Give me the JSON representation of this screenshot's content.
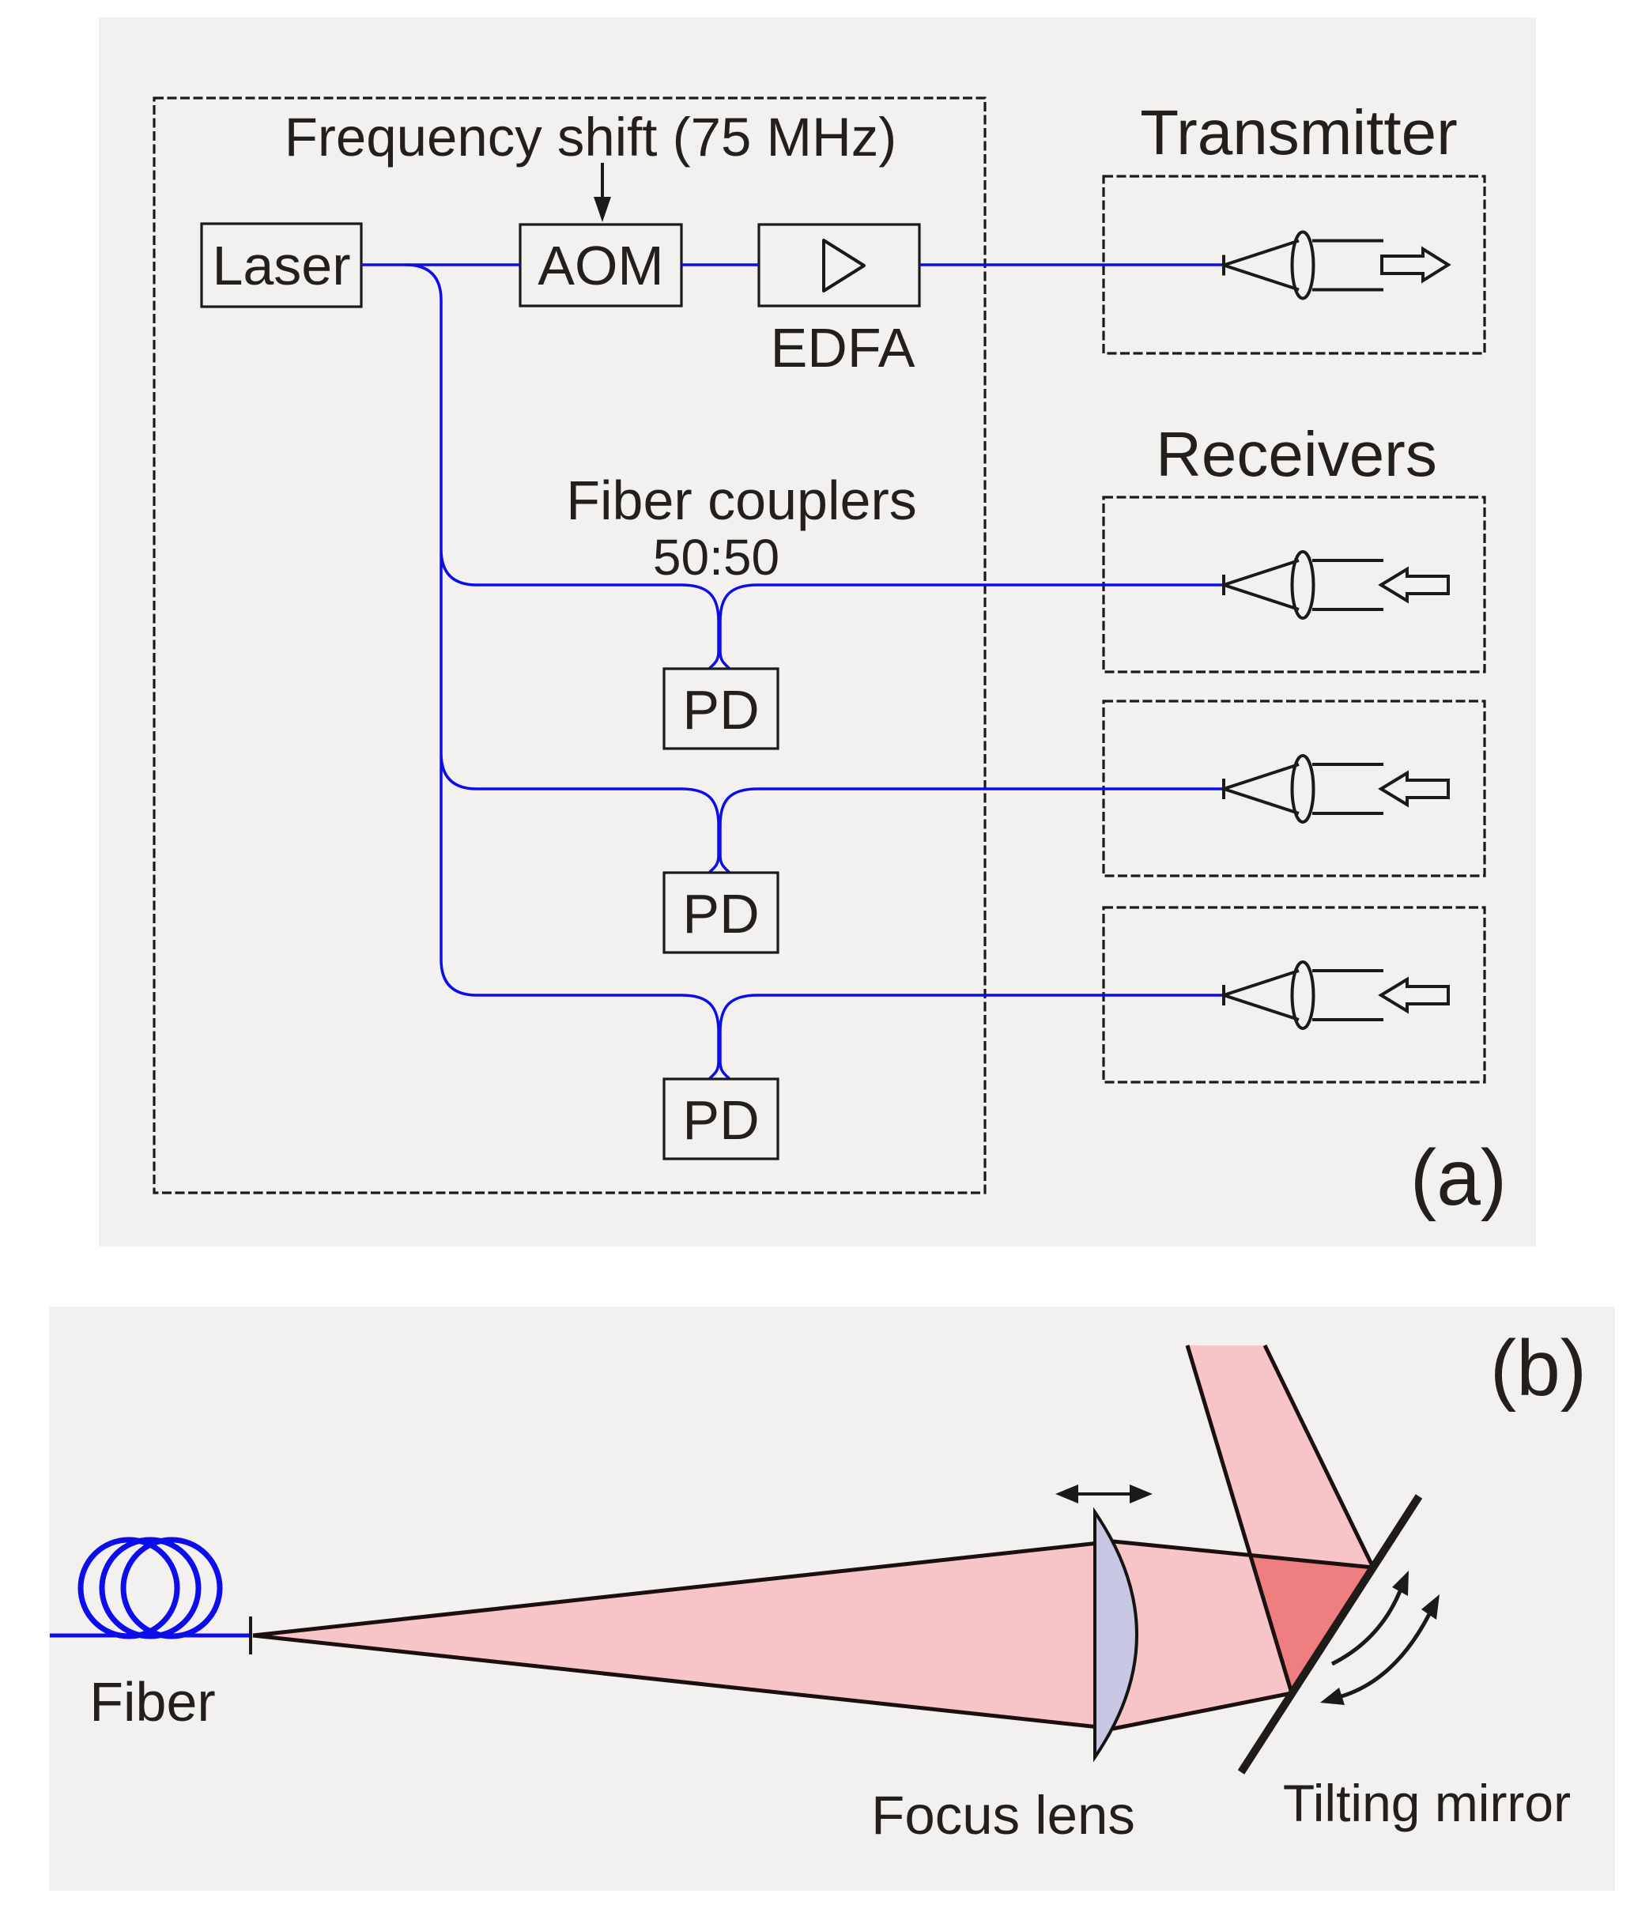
{
  "figure": {
    "type": "optical setup schematic, two panels",
    "colors": {
      "panel_background": "#f2f1ef",
      "fiber_blue": "#0d0deb",
      "beam_pink": "#f7c5c7",
      "beam_overlap_red": "#ee7e80",
      "lens_fill": "#c7c7e3",
      "line_black": "#1a1a1a"
    }
  },
  "panel_a": {
    "label": "(a)",
    "frequency_shift_label": "Frequency shift (75 MHz)",
    "laser_label": "Laser",
    "aom_label": "AOM",
    "edfa_label": "EDFA",
    "fiber_couplers_label": "Fiber couplers",
    "ratio_label": "50:50",
    "pd_label": "PD",
    "transmitter_label": "Transmitter",
    "receivers_label": "Receivers"
  },
  "panel_b": {
    "label": "(b)",
    "fiber_label": "Fiber",
    "focus_lens_label": "Focus lens",
    "tilting_mirror_label": "Tilting mirror"
  }
}
